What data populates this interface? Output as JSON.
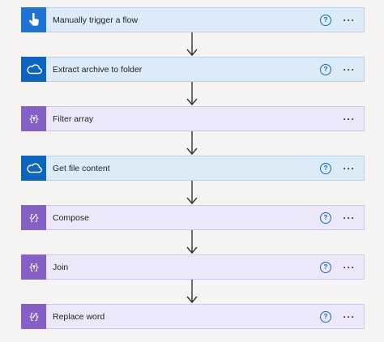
{
  "steps": [
    {
      "label": "Manually trigger a flow",
      "kind": "trigger",
      "color": "blue",
      "icon": "hand-touch-icon",
      "accent": "#1f73d4",
      "help": true
    },
    {
      "label": "Extract archive to folder",
      "kind": "onedrive",
      "color": "blue",
      "icon": "cloud-icon",
      "accent": "#0b64c0",
      "help": true
    },
    {
      "label": "Filter array",
      "kind": "data-op",
      "color": "purple",
      "icon": "filter-braces-icon",
      "accent": "#8661c5",
      "help": false
    },
    {
      "label": "Get file content",
      "kind": "onedrive",
      "color": "blue",
      "icon": "cloud-icon",
      "accent": "#0b64c0",
      "help": true
    },
    {
      "label": "Compose",
      "kind": "data-op",
      "color": "purple",
      "icon": "compose-braces-icon",
      "accent": "#8661c5",
      "help": true
    },
    {
      "label": "Join",
      "kind": "data-op",
      "color": "purple",
      "icon": "filter-braces-icon",
      "accent": "#8661c5",
      "help": true
    },
    {
      "label": "Replace word",
      "kind": "data-op",
      "color": "purple",
      "icon": "compose-braces-icon",
      "accent": "#8661c5",
      "help": true
    }
  ],
  "help_glyph": "?",
  "more_glyph": "···",
  "colors": {
    "blue_fill": "#dcebf8",
    "purple_fill": "#ece8f9",
    "arrow": "#323130"
  }
}
